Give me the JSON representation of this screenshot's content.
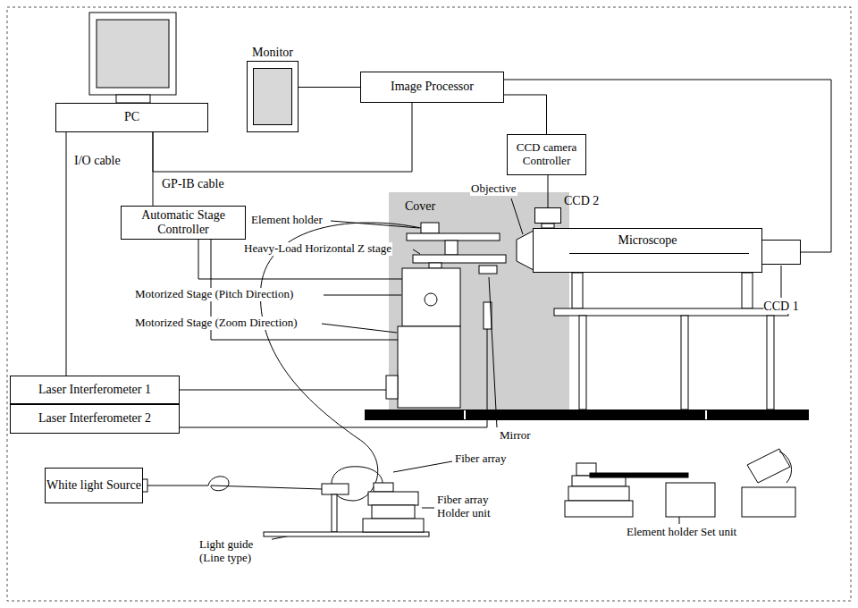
{
  "diagram": {
    "nodes": [
      {
        "text": [
          "PC"
        ]
      },
      {
        "text": [
          "Monitor"
        ]
      },
      {
        "text": [
          "Image Processor"
        ]
      },
      {
        "text": [
          "CCD camera Controller"
        ]
      },
      {
        "text": [
          "Automatic Stage Controller"
        ]
      },
      {
        "text": [
          "Cover"
        ]
      },
      {
        "text": [
          "Microscope"
        ]
      },
      {
        "text": [
          "CCD 2"
        ]
      },
      {
        "text": [
          "CCD 1"
        ]
      },
      {
        "text": [
          "Laser Interferometer 1"
        ]
      },
      {
        "text": [
          "Laser Interferometer 2"
        ]
      },
      {
        "text": [
          "White light Source"
        ]
      }
    ],
    "edges": [
      {
        "from": 0,
        "to": 2,
        "arrow": "none"
      },
      {
        "from": 0,
        "to": 4,
        "label": "GP-IB cable",
        "arrow": "none"
      },
      {
        "from": 1,
        "to": 2,
        "arrow": "none"
      },
      {
        "from": 2,
        "to": 3,
        "arrow": "none"
      },
      {
        "from": 2,
        "to": 8,
        "arrow": "none"
      },
      {
        "from": 3,
        "to": 7,
        "arrow": "none"
      },
      {
        "from": 0,
        "to": 9,
        "label": "I/O cable",
        "arrow": "none"
      }
    ],
    "labels": [
      "Objective",
      "Element holder",
      "Heavy-Load Horizontal Z stage",
      "Motorized Stage (Pitch Direction)",
      "Motorized Stage (Zoom Direction)",
      "Mirror",
      "Fiber array",
      "Fiber array Holder unit",
      "Light guide (Line type)",
      "Element holder Set unit"
    ]
  }
}
